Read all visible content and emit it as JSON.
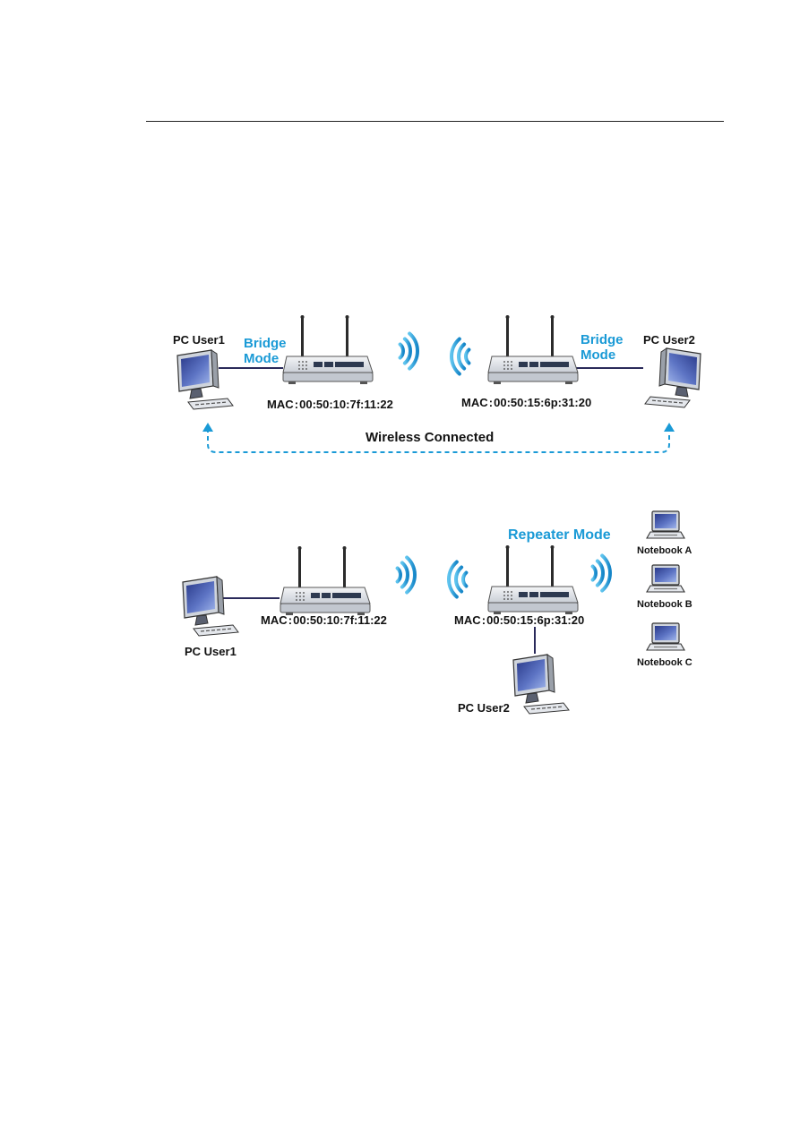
{
  "bridge": {
    "pc_user1": "PC User1",
    "pc_user2": "PC User2",
    "mode_left": "Bridge\nMode",
    "mode_right": "Bridge\nMode",
    "mac_left": "MAC : 00:50:10:7f:11:22",
    "mac_right": "MAC : 00:50:15:6p:31:20",
    "wireless_label": "Wireless Connected"
  },
  "repeater": {
    "mode": "Repeater Mode",
    "pc_user1": "PC User1",
    "pc_user2": "PC User2",
    "mac_left": "MAC : 00:50:10:7f:11:22",
    "mac_right": "MAC : 00:50:15:6p:31:20",
    "notebooks": [
      "Notebook A",
      "Notebook B",
      "Notebook C"
    ]
  },
  "colors": {
    "accent": "#1a9ad6",
    "line": "#2a2a5a",
    "device": "#d9dde3"
  }
}
